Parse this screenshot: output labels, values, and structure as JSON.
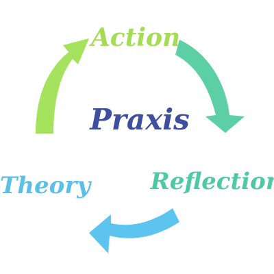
{
  "diagram": {
    "center": {
      "text": "Praxis",
      "color": "#3e4fa0"
    },
    "stages": [
      {
        "id": "action",
        "label": "Action",
        "color": "#a5dc56"
      },
      {
        "id": "reflection",
        "label": "Reflection",
        "color": "#4fc9a5"
      },
      {
        "id": "theory",
        "label": "Theory",
        "color": "#5cbfe8"
      }
    ],
    "arrows": [
      {
        "from": "theory",
        "to": "action",
        "color": "#a5e35e"
      },
      {
        "from": "action",
        "to": "reflection",
        "color": "#5ccfa6"
      },
      {
        "from": "reflection",
        "to": "theory",
        "color": "#5cc4ee"
      }
    ]
  }
}
